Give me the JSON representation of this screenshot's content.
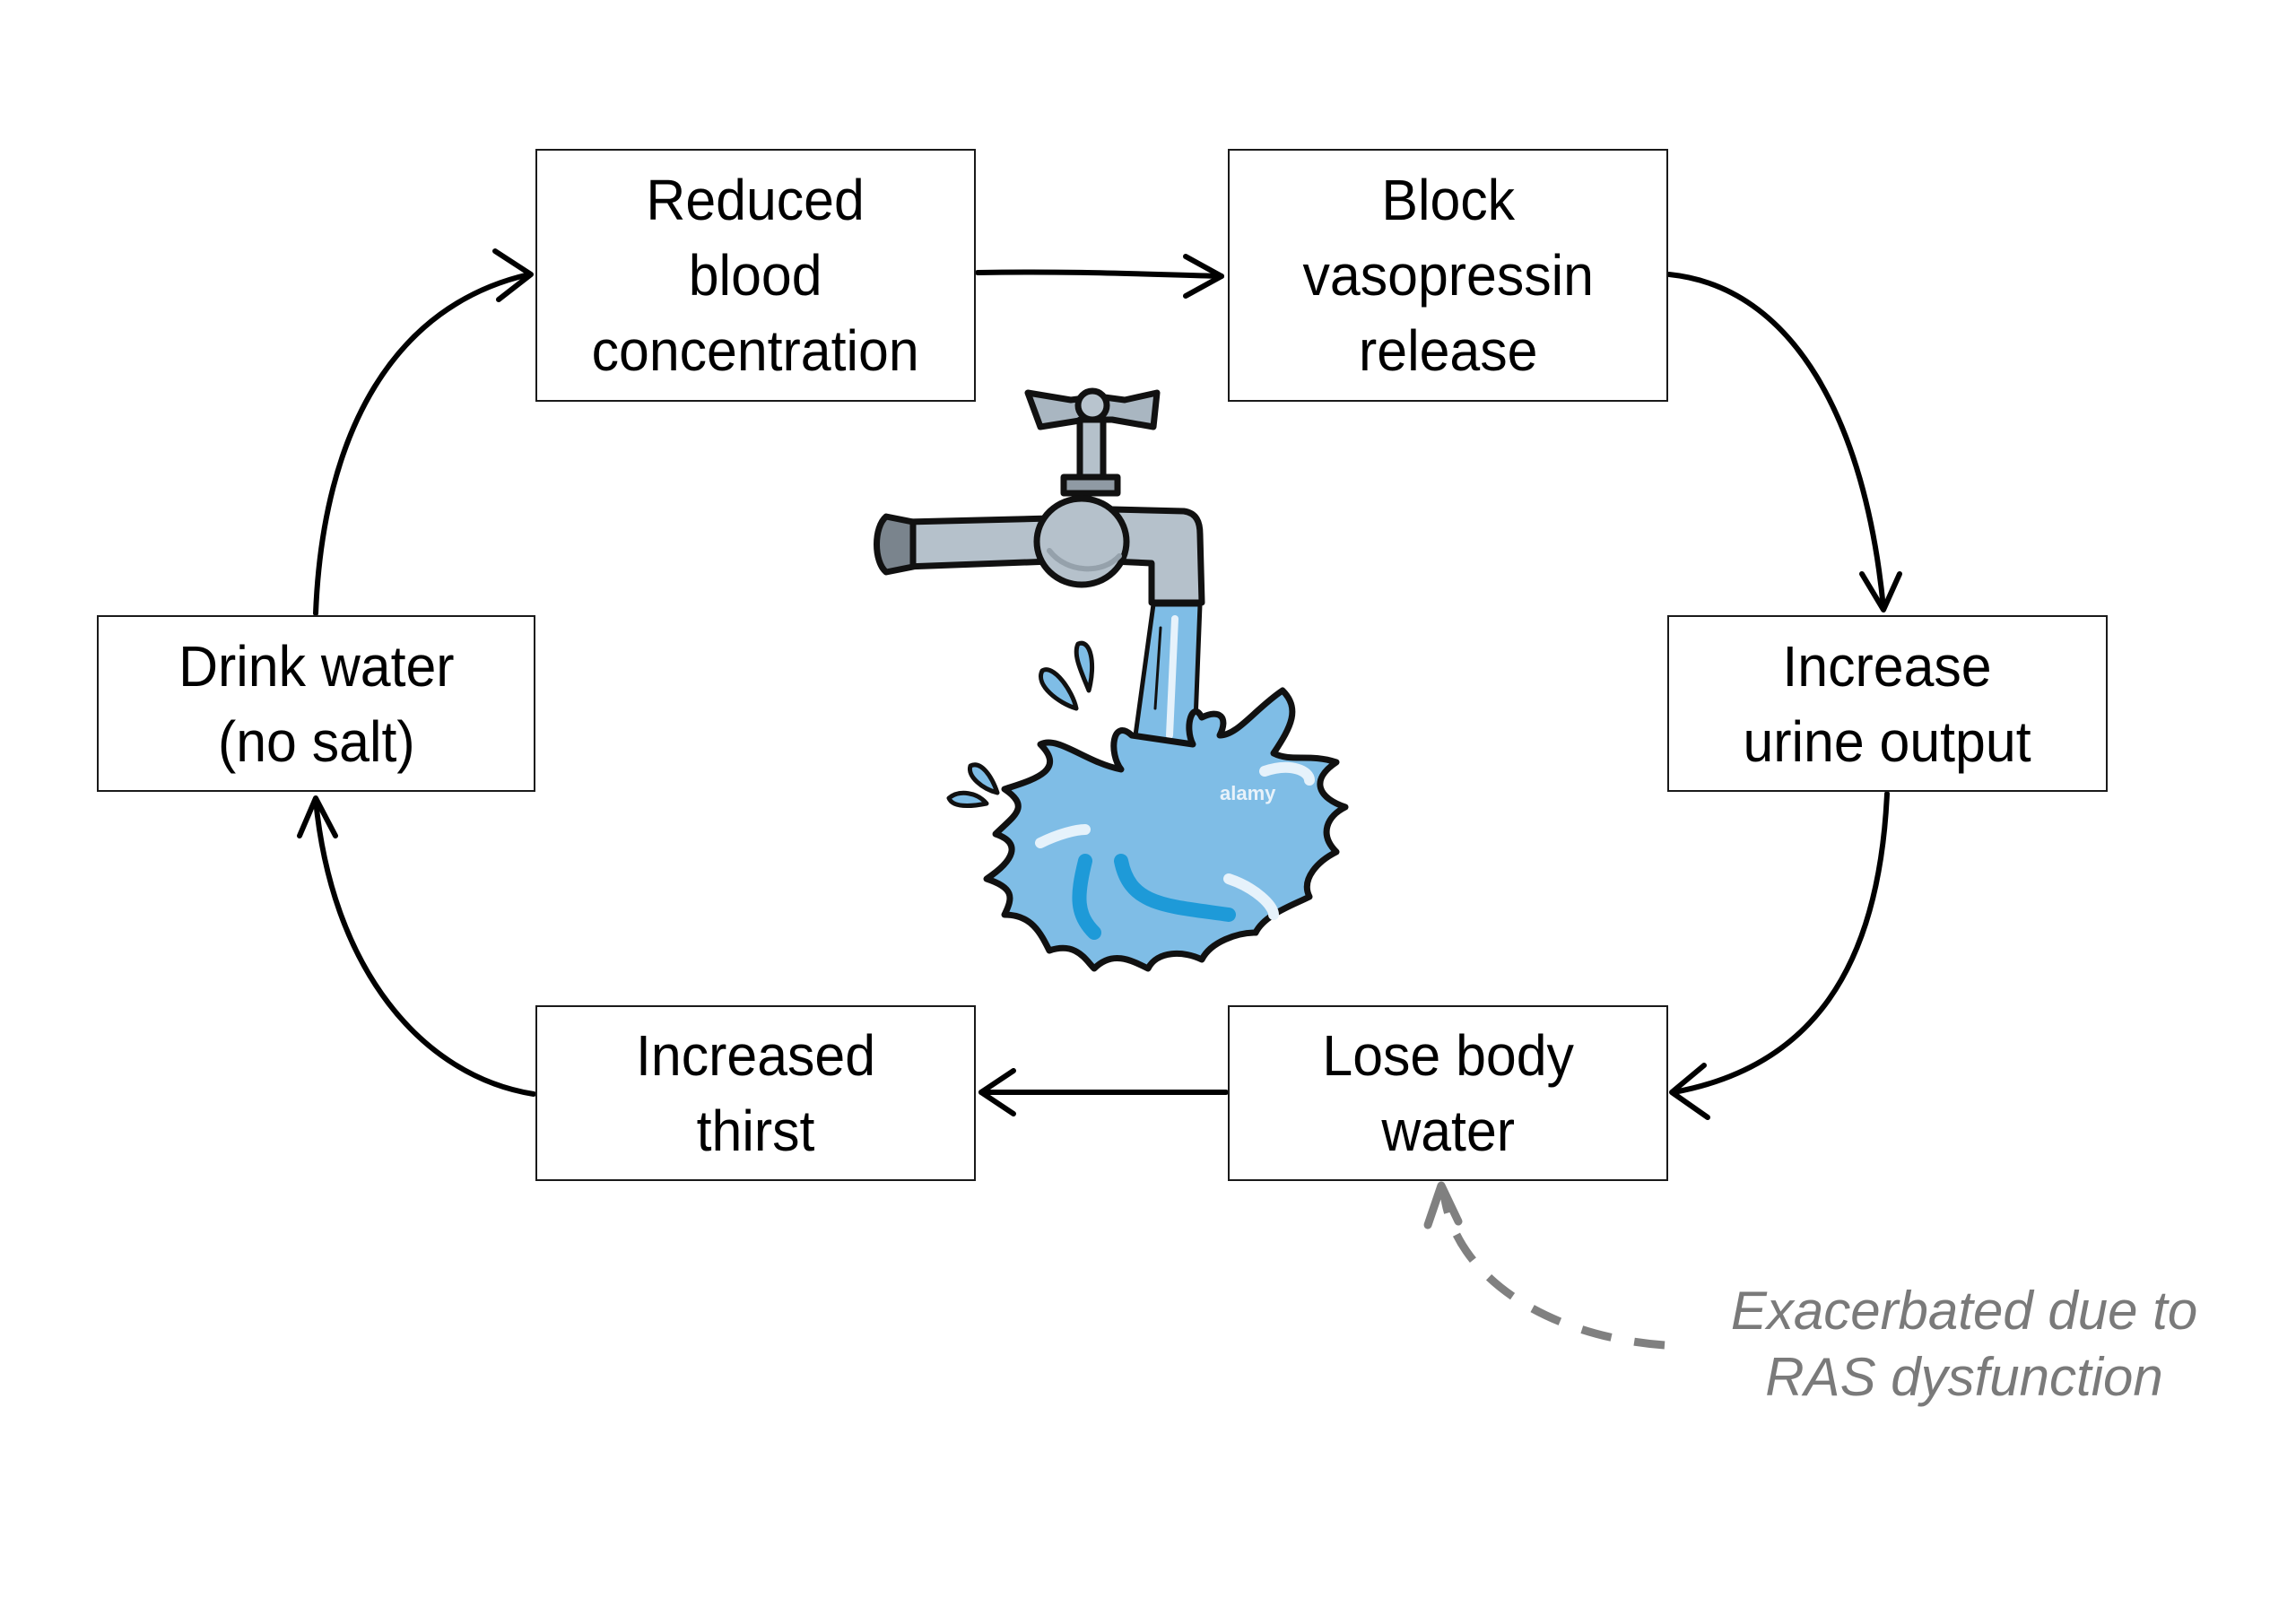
{
  "diagram": {
    "nodes": [
      {
        "id": "reduced-blood-concentration",
        "label": "Reduced\nblood\nconcentration"
      },
      {
        "id": "block-vasopressin-release",
        "label": "Block\nvasopressin\nrelease"
      },
      {
        "id": "increase-urine-output",
        "label": "Increase\nurine output"
      },
      {
        "id": "lose-body-water",
        "label": "Lose body\nwater"
      },
      {
        "id": "increased-thirst",
        "label": "Increased\nthirst"
      },
      {
        "id": "drink-water",
        "label": "Drink water\n(no salt)"
      }
    ],
    "edges": [
      {
        "from": "reduced-blood-concentration",
        "to": "block-vasopressin-release",
        "style": "solid"
      },
      {
        "from": "block-vasopressin-release",
        "to": "increase-urine-output",
        "style": "solid"
      },
      {
        "from": "increase-urine-output",
        "to": "lose-body-water",
        "style": "solid"
      },
      {
        "from": "lose-body-water",
        "to": "increased-thirst",
        "style": "solid"
      },
      {
        "from": "increased-thirst",
        "to": "drink-water",
        "style": "solid"
      },
      {
        "from": "drink-water",
        "to": "reduced-blood-concentration",
        "style": "solid"
      },
      {
        "from": "annotation",
        "to": "lose-body-water",
        "style": "dashed"
      }
    ],
    "annotation": "Exacerbated due to\nRAS dysfunction",
    "illustration": "running-water-faucet",
    "watermark": "alamy",
    "colors": {
      "line": "#000000",
      "annotation": "#7a7a7a",
      "faucet": "#a9b6c1",
      "water": "#7fbde6",
      "water_dark": "#1e9ad8"
    }
  }
}
